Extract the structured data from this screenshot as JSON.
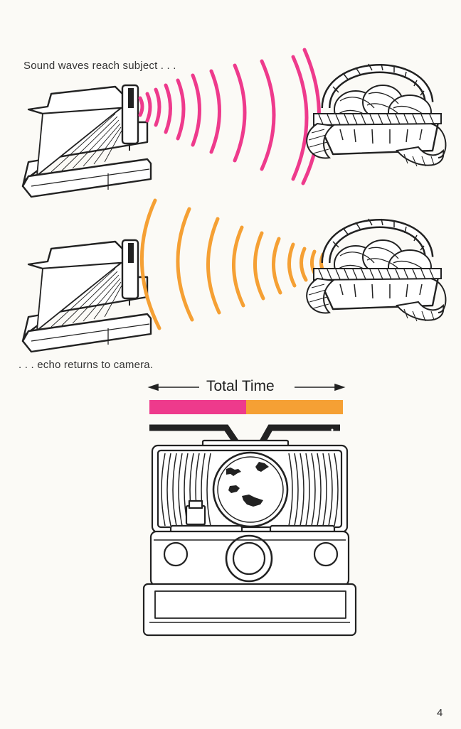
{
  "captions": {
    "top": "Sound waves reach subject . . .",
    "bottom": ". . . echo returns to camera."
  },
  "timing": {
    "label": "Total Time",
    "outgoing_fraction": 0.5,
    "outgoing_color": "#ee3a8c",
    "return_color": "#f5a034"
  },
  "page_number": "4",
  "icons": {
    "camera_side": "folded-instant-camera-side-icon",
    "basket": "yarn-basket-icon",
    "camera_front": "instant-camera-front-icon"
  }
}
